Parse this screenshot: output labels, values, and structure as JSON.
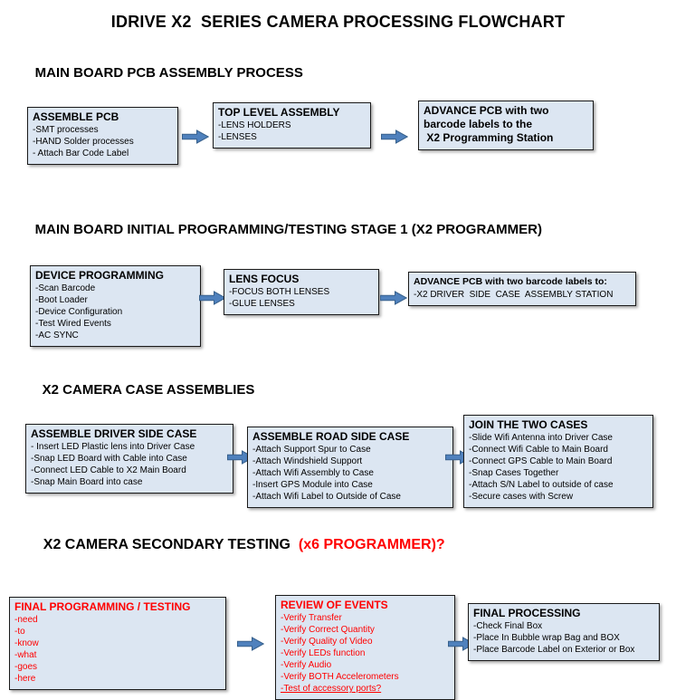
{
  "title": "IDRIVE X2  SERIES CAMERA PROCESSING FLOWCHART",
  "colors": {
    "box_fill": "#dce6f2",
    "box_border": "#1a1a1a",
    "arrow_fill": "#4f81bd",
    "arrow_outline": "#38618c",
    "alert_red": "#ff0000"
  },
  "sections": [
    {
      "heading": "MAIN BOARD PCB ASSEMBLY PROCESS",
      "boxes": [
        {
          "title": "ASSEMBLE PCB",
          "lines": [
            "-SMT processes",
            "-HAND Solder processes",
            "- Attach Bar Code Label"
          ]
        },
        {
          "title": "TOP LEVEL ASSEMBLY",
          "lines": [
            "-LENS HOLDERS",
            "-LENSES"
          ]
        },
        {
          "title": "ADVANCE PCB with two\nbarcode labels to the\n X2 Programming Station",
          "lines": []
        }
      ]
    },
    {
      "heading": "MAIN BOARD INITIAL PROGRAMMING/TESTING STAGE 1 (X2 PROGRAMMER)",
      "boxes": [
        {
          "title": "DEVICE PROGRAMMING",
          "lines": [
            "-Scan Barcode",
            "-Boot Loader",
            "-Device Configuration",
            "-Test Wired Events",
            "-AC SYNC"
          ]
        },
        {
          "title": "LENS FOCUS",
          "lines": [
            "-FOCUS BOTH LENSES",
            "-GLUE LENSES"
          ]
        },
        {
          "title": "ADVANCE PCB with two barcode labels to:",
          "lines": [
            "-X2 DRIVER  SIDE  CASE  ASSEMBLY STATION"
          ]
        }
      ]
    },
    {
      "heading": "X2 CAMERA CASE ASSEMBLIES",
      "boxes": [
        {
          "title": "ASSEMBLE DRIVER SIDE CASE",
          "lines": [
            "- Insert LED Plastic lens into Driver Case",
            "-Snap LED Board with Cable into Case",
            "-Connect LED Cable to X2 Main Board",
            "-Snap Main Board into case"
          ]
        },
        {
          "title": "ASSEMBLE ROAD SIDE CASE",
          "lines": [
            "-Attach Support Spur to Case",
            "-Attach Windshield Support",
            "-Attach Wifi Assembly to Case",
            "-Insert GPS Module into Case",
            "-Attach Wifi Label to Outside of Case"
          ]
        },
        {
          "title": "JOIN THE TWO CASES",
          "lines": [
            "-Slide Wifi Antenna into Driver Case",
            "-Connect Wifi Cable to Main Board",
            "-Connect GPS Cable to Main Board",
            "-Snap Cases Together",
            "-Attach S/N Label to outside of case",
            "-Secure cases with Screw"
          ]
        }
      ]
    },
    {
      "heading": "X2 CAMERA SECONDARY TESTING  ",
      "heading_red": "(x6 PROGRAMMER)?",
      "boxes": [
        {
          "title": "FINAL PROGRAMMING / TESTING",
          "lines": [
            "-need",
            "-to",
            "-know",
            "-what",
            "-goes",
            "-here"
          ]
        },
        {
          "title": "REVIEW OF EVENTS",
          "lines": [
            "-Verify Transfer",
            "-Verify Correct Quantity",
            "-Verify Quality of Video",
            "-Verify LEDs function",
            "-Verify Audio",
            "-Verify BOTH Accelerometers",
            "-Test of accessory ports?"
          ]
        },
        {
          "title": "FINAL PROCESSING",
          "lines": [
            "-Check Final Box",
            "-Place In Bubble wrap Bag and BOX",
            "-Place Barcode Label on Exterior or Box"
          ]
        }
      ]
    }
  ]
}
